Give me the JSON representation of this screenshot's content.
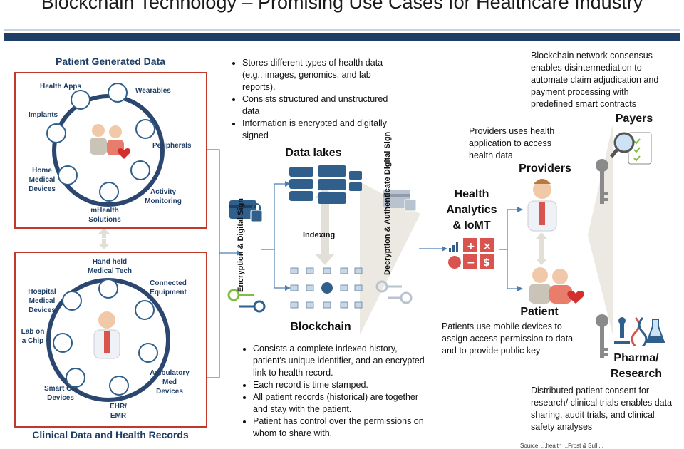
{
  "title": "Blockchain Technology – Promising Use Cases for Healthcare Industry",
  "patient_generated": {
    "heading": "Patient Generated Data",
    "items": [
      "Health Apps",
      "Wearables",
      "Implants",
      "Peripherals",
      "Home Medical Devices",
      "Activity Monitoring",
      "mHealth Solutions"
    ]
  },
  "clinical": {
    "heading": "Clinical Data and Health Records",
    "items": [
      "Hand held Medical Tech",
      "Connected Equipment",
      "Hospital Medical Devices",
      "Lab on a Chip",
      "Ambulatory Med Devices",
      "Smart OR Devices",
      "EHR/ EMR"
    ]
  },
  "encryption_label": "Encryption & Digital Sign",
  "decryption_label": "Decryption & Authenticate Digital Sign",
  "data_lakes": {
    "title": "Data lakes",
    "bullets": [
      "Stores different types of health data (e.g., images, genomics, and lab reports).",
      "Consists structured and unstructured data",
      "Information is encrypted and digitally signed"
    ]
  },
  "indexing_label": "Indexing",
  "blockchain": {
    "title": "Blockchain",
    "bullets": [
      "Consists a complete indexed history, patient's unique identifier, and an encrypted link to health record.",
      "Each record is time stamped.",
      "All patient records (historical) are together and stay with the patient.",
      "Patient has control over the permissions on whom to share with."
    ]
  },
  "analytics_label": "Health Analytics & IoMT",
  "providers": {
    "title": "Providers",
    "note": "Providers uses health application to access health data"
  },
  "patient": {
    "title": "Patient",
    "note": "Patients use mobile devices to assign access permission to data and to provide public key"
  },
  "payers": {
    "title": "Payers",
    "note": "Blockchain network consensus enables disintermediation to automate claim adjudication and payment processing with predefined smart contracts"
  },
  "pharma": {
    "title": "Pharma/ Research",
    "note": "Distributed patient consent for research/ clinical trials enables data sharing, audit trials, and clinical safety analyses"
  },
  "source": "Source: ...health ...Frost & Sulli...",
  "colors": {
    "navy": "#1f3e66",
    "red": "#c0392b",
    "steel": "#2f5f8a",
    "grey": "#e2dfd6",
    "key_green": "#7fbf3f"
  }
}
